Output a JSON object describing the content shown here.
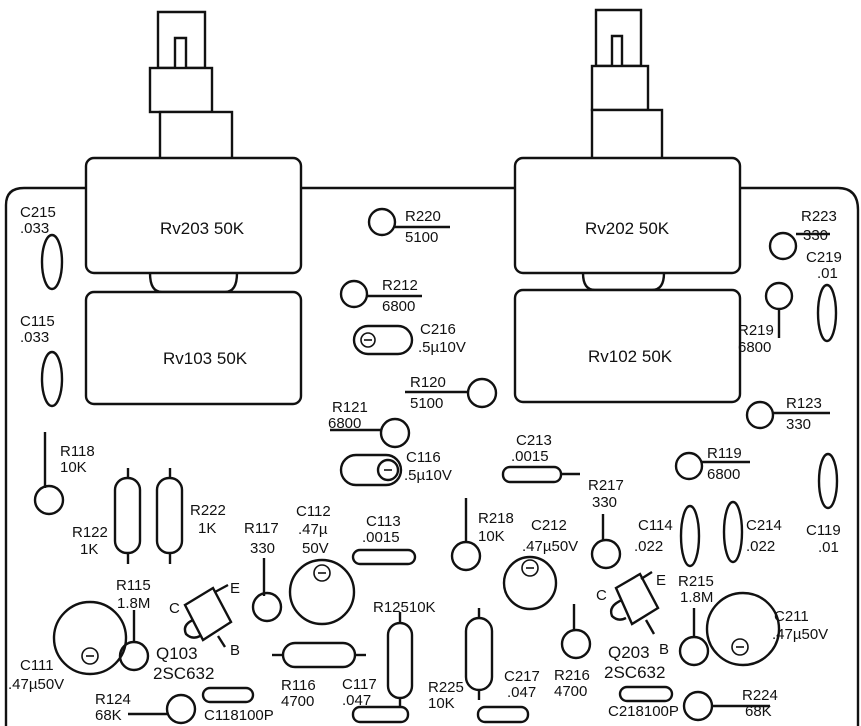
{
  "pots": {
    "rv203": "Rv203 50K",
    "rv103": "Rv103 50K",
    "rv202": "Rv202 50K",
    "rv102": "Rv102 50K"
  },
  "labels": {
    "c215": "C215",
    "c215_v": ".033",
    "c115": "C115",
    "c115_v": ".033",
    "r220": "R220",
    "r220_v": "5100",
    "r212": "R212",
    "r212_v": "6800",
    "c216": "C216",
    "c216_v": ".5µ10V",
    "r120": "R120",
    "r120_v": "5100",
    "r121": "R121",
    "r121_v": "6800",
    "c116": "C116",
    "c116_v": ".5µ10V",
    "c213": "C213",
    "c213_v": ".0015",
    "r118": "R118",
    "r118_v": "10K",
    "r122": "R122",
    "r122_v": "1K",
    "r222": "R222",
    "r222_v": "1K",
    "r117": "R117",
    "r117_v": "330",
    "c112": "C112",
    "c112_v1": ".47µ",
    "c112_v2": "50V",
    "c113": "C113",
    "c113_v": ".0015",
    "r218": "R218",
    "r218_v": "10K",
    "c212": "C212",
    "c212_v": ".47µ50V",
    "r217": "R217",
    "r217_v": "330",
    "c114": "C114",
    "c114_v": ".022",
    "c214": "C214",
    "c214_v": ".022",
    "c119": "C119",
    "c119_v": ".01",
    "r223": "R223",
    "r223_v": "330",
    "c219": "C219",
    "c219_v": ".01",
    "r219": "R219",
    "r219_v": "6800",
    "r123": "R123",
    "r123_v": "330",
    "r119": "R119",
    "r119_v": "6800",
    "r115": "R115",
    "r115_v": "1.8M",
    "q103_e": "E",
    "q103_c": "C",
    "q103_b": "B",
    "q103": "Q103",
    "q103_t": "2SC632",
    "c111": "C111",
    "c111_v": ".47µ50V",
    "r116": "R116",
    "r116_v": "4700",
    "c117": "C117",
    "c117_v": ".047",
    "r125": "R12510K",
    "r225": "R225",
    "r225_v": "10K",
    "c217": "C217",
    "c217_v": ".047",
    "r216": "R216",
    "r216_v": "4700",
    "q203_c": "C",
    "q203_e": "E",
    "q203_b": "B",
    "q203": "Q203",
    "q203_t": "2SC632",
    "r215": "R215",
    "r215_v": "1.8M",
    "c211": "C211",
    "c211_v": ".47µ50V",
    "r124": "R124",
    "r124_v": "68K",
    "c118": "C118100P",
    "c218": "C218100P",
    "r224": "R224",
    "r224_v": "68K"
  }
}
